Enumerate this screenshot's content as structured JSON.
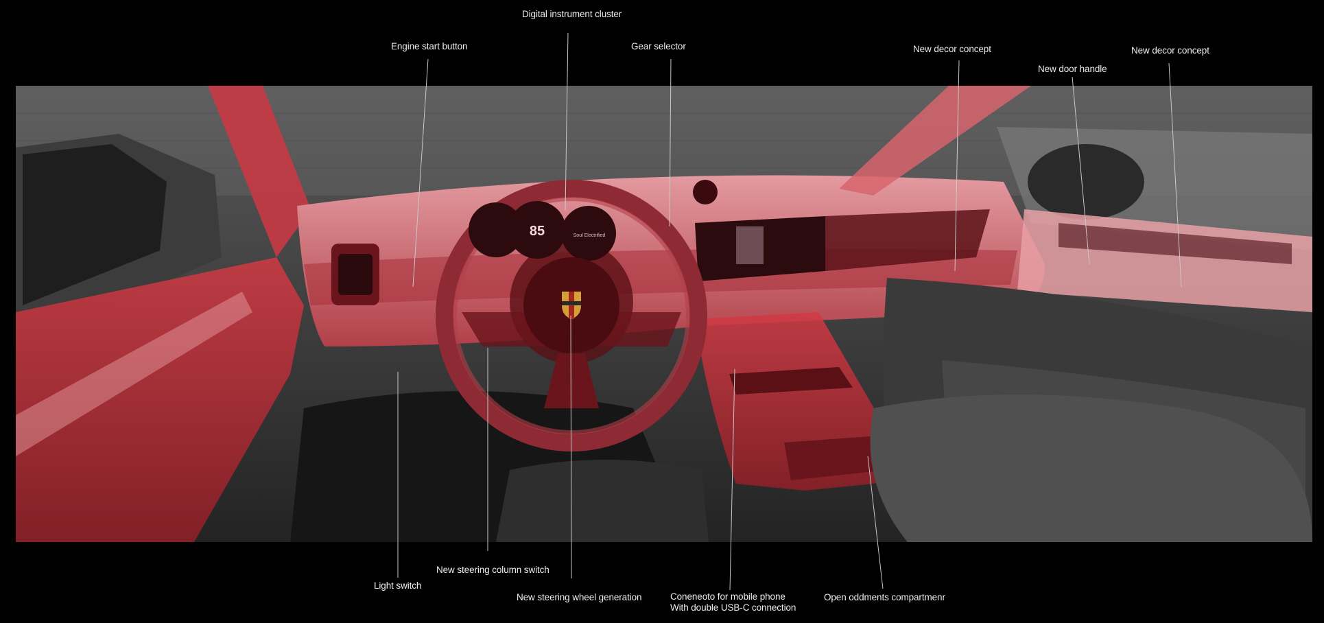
{
  "colors": {
    "background": "#000000",
    "highlight": "#c8333d",
    "interior_dark": "#2a2a2a",
    "label_text": "#ededed",
    "leader_line": "#bdbdbd"
  },
  "labels": {
    "digital_instrument_cluster": "Digital instrument cluster",
    "engine_start_button": "Engine start button",
    "gear_selector": "Gear selector",
    "new_decor_concept_center": "New decor concept",
    "new_door_handle": "New door handle",
    "new_decor_concept_right": "New decor concept",
    "light_switch": "Light switch",
    "new_steering_column_switch": "New steering column switch",
    "new_steering_wheel_generation": "New steering wheel generation",
    "connector_line1": "Coneneoto for mobile phone",
    "connector_line2": "With double USB-C connection",
    "open_oddments_compartment": "Open oddments compartmenr"
  },
  "cluster": {
    "speed": "85",
    "mode": "Soul Electrified"
  },
  "icons": [
    "porsche-crest-icon"
  ]
}
